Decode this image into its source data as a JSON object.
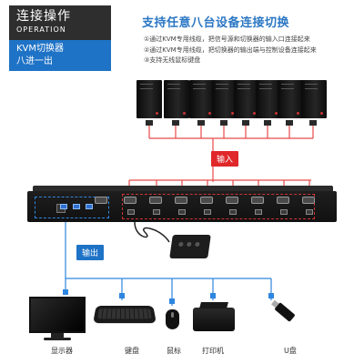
{
  "badge": {
    "title": "连接操作",
    "subtitle": "OPERATION",
    "line1": "KVM切换器",
    "line2": "八进一出"
  },
  "header": {
    "headline": "支持任意八台设备连接切换",
    "features": [
      "①通过KVM专用线缆，把信号源和切换器的输入口连接起来",
      "②通过KVM专用线缆，把切换器的输出端与控制设备连接起来",
      "③支持无线鼠标键盘"
    ]
  },
  "labels": {
    "input": "输入",
    "output": "输出"
  },
  "devices": {
    "monitor": "显示器",
    "keyboard": "键盘",
    "mouse": "鼠标",
    "printer": "打印机",
    "udisk": "U盘"
  },
  "colors": {
    "accent_blue": "#1f73c6",
    "accent_red": "#e0272a",
    "cable_red": "#e84a4a",
    "cable_blue": "#2f86df"
  }
}
